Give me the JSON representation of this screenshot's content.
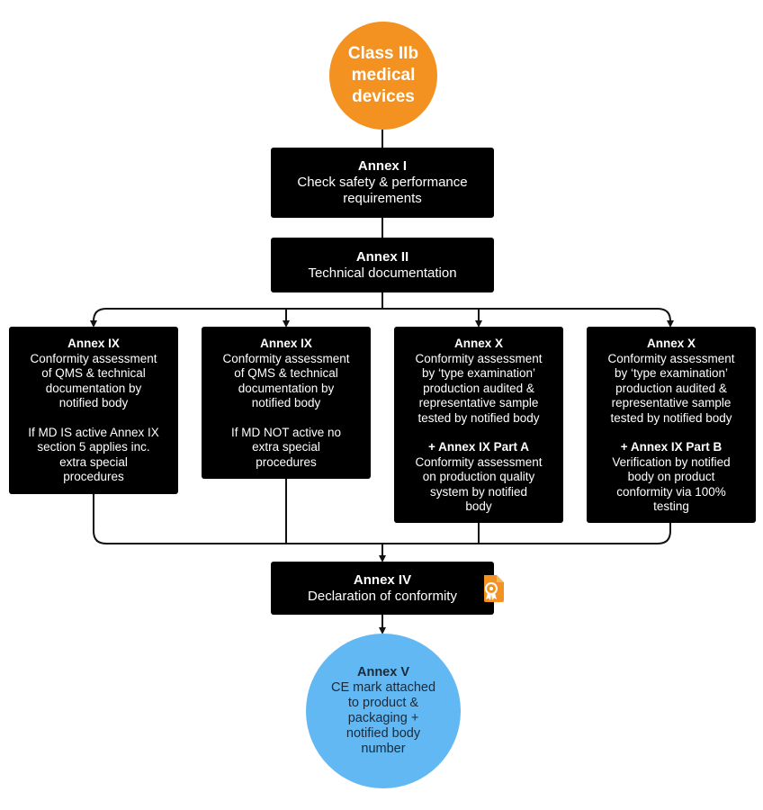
{
  "start_node": {
    "lines": [
      "Class IIb",
      "medical",
      "devices"
    ]
  },
  "annex1": {
    "title": "Annex I",
    "lines": [
      "Check safety & performance",
      "requirements"
    ]
  },
  "annex2": {
    "title": "Annex II",
    "lines": [
      "Technical documentation"
    ]
  },
  "columns": [
    {
      "title": "Annex IX",
      "lines": [
        "Conformity assessment",
        "of QMS & technical",
        "documentation by",
        "notified body"
      ],
      "note_lines": [
        "If MD IS active Annex IX",
        "section 5 applies inc.",
        "extra special",
        "procedures"
      ]
    },
    {
      "title": "Annex IX",
      "lines": [
        "Conformity assessment",
        "of QMS & technical",
        "documentation by",
        "notified body"
      ],
      "note_lines": [
        "If MD NOT active no",
        "extra special",
        "procedures"
      ]
    },
    {
      "title": "Annex X",
      "lines": [
        "Conformity assessment",
        "by ‘type examination’",
        "production audited &",
        "representative sample",
        "tested by notified body"
      ],
      "sub_title": "+ Annex IX Part A",
      "sub_lines": [
        "Conformity assessment",
        "on production quality",
        "system by notified",
        "body"
      ]
    },
    {
      "title": "Annex X",
      "lines": [
        "Conformity assessment",
        "by ‘type examination’",
        "production audited &",
        "representative sample",
        "tested by notified body"
      ],
      "sub_title": "+ Annex IX Part B",
      "sub_lines": [
        "Verification by notified",
        "body on product",
        "conformity via 100%",
        "testing"
      ]
    }
  ],
  "annex4": {
    "title": "Annex IV",
    "lines": [
      "Declaration of conformity"
    ]
  },
  "end_node": {
    "title": "Annex V",
    "lines": [
      "CE mark attached",
      "to product &",
      "packaging +",
      "notified body",
      "number"
    ]
  },
  "icons": {
    "certificate": "certificate-document-icon"
  },
  "colors": {
    "start": "#f39220",
    "end": "#62b8f2",
    "box": "#000000",
    "icon": "#f39220"
  }
}
